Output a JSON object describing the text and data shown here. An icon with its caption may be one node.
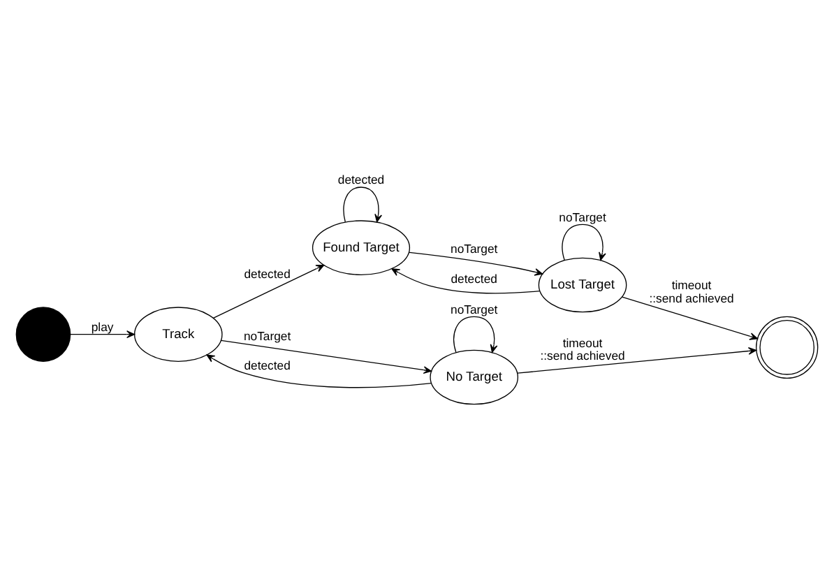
{
  "diagram": {
    "nodes": [
      {
        "text": [],
        "shape": "circle"
      },
      {
        "text": [
          "Track"
        ]
      },
      {
        "text": [
          "Found Target"
        ]
      },
      {
        "text": [
          "No Target"
        ]
      },
      {
        "text": [
          "Lost Target"
        ]
      },
      {
        "text": [],
        "shape": "circle"
      }
    ],
    "edges": [
      {
        "from": 0,
        "to": 1,
        "arrow": "to",
        "label": "play"
      },
      {
        "from": 1,
        "to": 2,
        "arrow": "to",
        "label": "detected"
      },
      {
        "from": 2,
        "to": 2,
        "arrow": "to",
        "label": "detected"
      },
      {
        "from": 2,
        "to": 4,
        "arrow": "to",
        "label": "noTarget"
      },
      {
        "from": 4,
        "to": 2,
        "arrow": "to",
        "label": "detected"
      },
      {
        "from": 4,
        "to": 4,
        "arrow": "to",
        "label": "noTarget"
      },
      {
        "from": 1,
        "to": 3,
        "arrow": "to",
        "label": "noTarget"
      },
      {
        "from": 3,
        "to": 1,
        "arrow": "to",
        "label": "detected"
      },
      {
        "from": 3,
        "to": 3,
        "arrow": "to",
        "label": "noTarget"
      },
      {
        "from": 3,
        "to": 5,
        "arrow": "to",
        "label": "timeout ::send achieved"
      },
      {
        "from": 4,
        "to": 5,
        "arrow": "to",
        "label": "timeout ::send achieved"
      }
    ]
  }
}
